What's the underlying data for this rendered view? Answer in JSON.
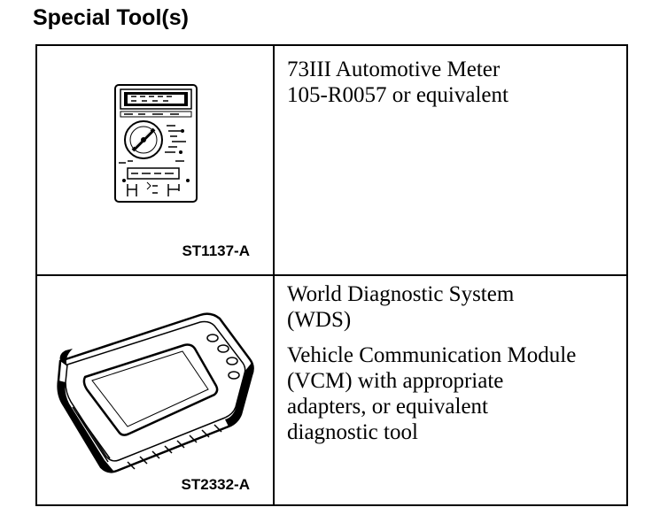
{
  "title": "Special Tool(s)",
  "tools": [
    {
      "code": "ST1137-A",
      "lines": [
        "73III Automotive Meter",
        "105-R0057 or equivalent"
      ],
      "icon": "multimeter-icon"
    },
    {
      "code": "ST2332-A",
      "lines_a": [
        "World Diagnostic System",
        "(WDS)"
      ],
      "lines_b": [
        "Vehicle Communication Module",
        "(VCM) with appropriate",
        "adapters, or equivalent",
        "diagnostic tool"
      ],
      "icon": "diagnostic-tablet-icon"
    }
  ]
}
